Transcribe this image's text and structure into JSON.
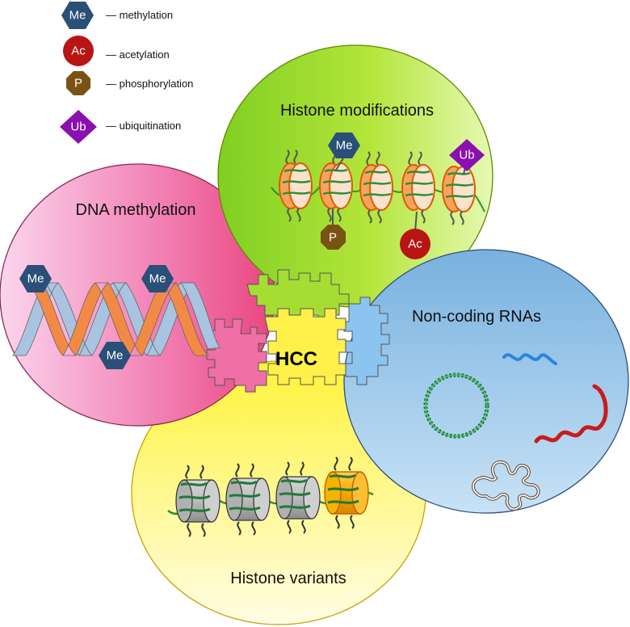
{
  "legend": {
    "items": [
      {
        "symbol": "Me",
        "label": "— methylation",
        "shape": "hexagon",
        "color": "#2a4f78"
      },
      {
        "symbol": "Ac",
        "label": "— acetylation",
        "shape": "circle",
        "color": "#b81414"
      },
      {
        "symbol": "P",
        "label": "— phosphorylation",
        "shape": "octagon",
        "color": "#7a5314"
      },
      {
        "symbol": "Ub",
        "label": "— ubiquitination",
        "shape": "diamond",
        "color": "#8a10b0"
      }
    ]
  },
  "sections": {
    "histone_modifications": "Histone modifications",
    "dna_methylation": "DNA methylation",
    "noncoding_rnas": "Non-coding RNAs",
    "histone_variants": "Histone variants"
  },
  "center": "HCC",
  "marks": {
    "me": "Me",
    "ac": "Ac",
    "p": "P",
    "ub": "Ub"
  },
  "colors": {
    "green": "#a6dd33",
    "pink": "#ee5f95",
    "blue": "#8cbde6",
    "yellow": "#ffef3c",
    "nucleosome": "#f7a35e",
    "variant_histone": "#f5a000",
    "dna_strand_a": "#f28a45",
    "dna_strand_b": "#a9c4e0"
  }
}
